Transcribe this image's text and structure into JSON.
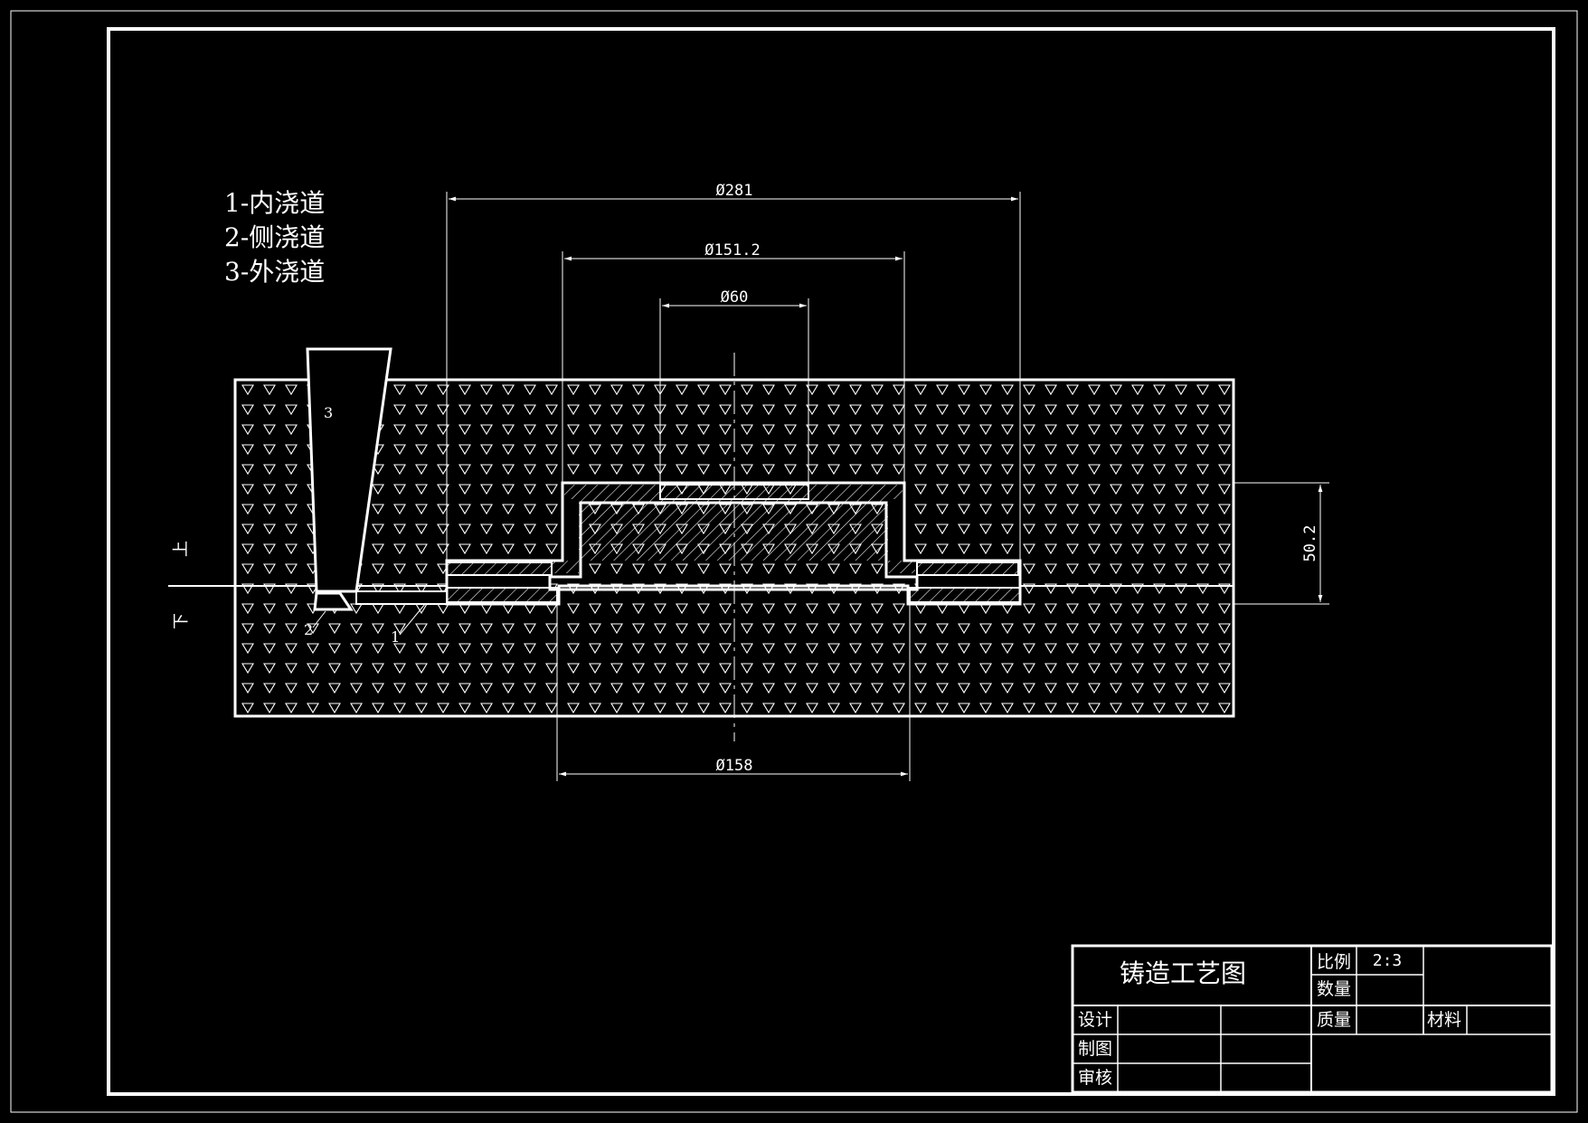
{
  "legend": {
    "items": [
      "1-内浇道",
      "2-侧浇道",
      "3-外浇道"
    ]
  },
  "dimensions": {
    "d281": "Ø281",
    "d151": "Ø151.2",
    "d60": "Ø60",
    "d158": "Ø158",
    "h50": "50.2"
  },
  "parting": {
    "upper": "上",
    "lower": "下"
  },
  "labels": {
    "n1": "1",
    "n2": "2",
    "n3": "3"
  },
  "title_block": {
    "title": "铸造工艺图",
    "scale_label": "比例",
    "scale_value": "2:3",
    "quantity_label": "数量",
    "mass_label": "质量",
    "material_label": "材料",
    "design_label": "设计",
    "draw_label": "制图",
    "review_label": "审核"
  },
  "colors": {
    "line": "#ffffff",
    "background": "#000000"
  }
}
